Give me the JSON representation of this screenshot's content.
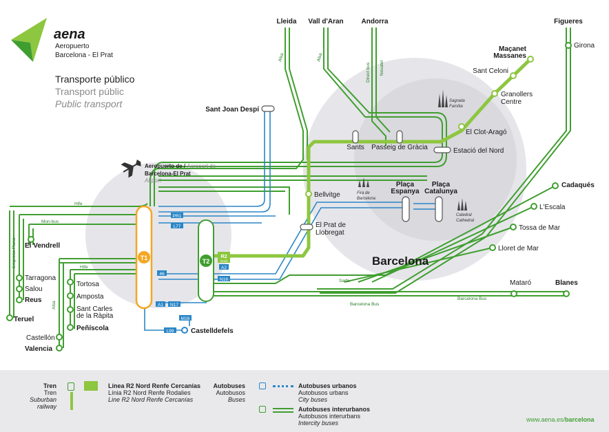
{
  "brand": {
    "logo_text": "aena",
    "airport_line1": "Aeropuerto",
    "airport_line2": "Barcelona - El Prat",
    "colors": {
      "green": "#3f9e2f",
      "lime": "#8dc63f",
      "blue": "#2a86c7",
      "orange": "#f5a623",
      "grey_circle": "#e6e6ea"
    }
  },
  "title": {
    "es": "Transporte público",
    "ca": "Transport públic",
    "en": "Public transport"
  },
  "airport_label": {
    "es": "Aeropuerto de /",
    "ca": "Aeroport de",
    "name": "Barcelona-El Prat",
    "en": "Airport"
  },
  "terminals": {
    "t1": "T1",
    "t2": "T2",
    "r2_badge": "R2",
    "r2_badge_sub": "Nord"
  },
  "destinations_top": [
    "Lleida",
    "Vall d'Aran",
    "Andorra",
    "Figueres"
  ],
  "stations": {
    "girona": "Girona",
    "macanet": "Maçanet",
    "massanes": "Massanes",
    "sant_celoni": "Sant Celoni",
    "granollers": "Granollers",
    "centre": "Centre",
    "clot": "El Clot-Aragó",
    "nord": "Estació del Nord",
    "sants": "Sants",
    "passeig": "Passeig de Gràcia",
    "sant_joan": "Sant Joan Despí",
    "bellvitge": "Bellvitge",
    "prat1": "El Prat de",
    "prat2": "Llobregat",
    "espanya1": "Plaça",
    "espanya2": "Espanya",
    "catalunya1": "Plaça",
    "catalunya2": "Catalunya",
    "cadaques": "Cadaqués",
    "escala": "L'Escala",
    "tossa": "Tossa de Mar",
    "lloret": "Lloret de Mar",
    "mataro": "Mataró",
    "blanes": "Blanes",
    "vendrell": "El Vendrell",
    "tarragona": "Tarragona",
    "salou": "Salou",
    "reus": "Reus",
    "teruel": "Teruel",
    "castellon": "Castellón",
    "valencia": "Valencia",
    "tortosa": "Tortosa",
    "amposta": "Amposta",
    "sant_carles1": "Sant Carles",
    "sant_carles2": "de la Ràpita",
    "peniscola": "Peñíscola",
    "castelldefels": "Castelldefels"
  },
  "city_label": "Barcelona",
  "landmarks": {
    "sagrada1": "Sagrada",
    "sagrada2": "Família",
    "fira1": "Fira de",
    "fira2": "Barcelona",
    "catedral1": "Catedral",
    "catedral2": "Cathedral"
  },
  "operators": {
    "alsa": "Alsa",
    "direct_bus": "Direct bus",
    "novatel": "Novatel",
    "hife": "Hife",
    "mon_bus": "Mon-bus",
    "empresa_plana": "Empresa Plana",
    "sarfa": "Sarfa",
    "barcelona_bus": "Barcelona Bus"
  },
  "bus_codes": {
    "pr1": "PR1",
    "l77": "L77",
    "n46": "46",
    "a2": "A2",
    "n16": "N16",
    "a1": "A1",
    "n17": "N17",
    "l99": "L99",
    "m16": "M16"
  },
  "legend": {
    "tren_es": "Tren",
    "tren_ca": "Tren",
    "tren_en": "Suburban railway",
    "r2_es": "Línea R2 Nord Renfe Cercanías",
    "r2_ca": "Línia R2 Nord Renfe Rodalies",
    "r2_en": "Line R2 Nord Renfe Cercanías",
    "bus_es": "Autobuses",
    "bus_ca": "Autobusos",
    "bus_en": "Buses",
    "urban_es": "Autobuses urbanos",
    "urban_ca": "Autobusos urbans",
    "urban_en": "City buses",
    "inter_es": "Autobuses interurbanos",
    "inter_ca": "Autobusos interurbans",
    "inter_en": "Intercity buses",
    "website_prefix": "www.aena.es/",
    "website_suffix": "barcelona"
  }
}
